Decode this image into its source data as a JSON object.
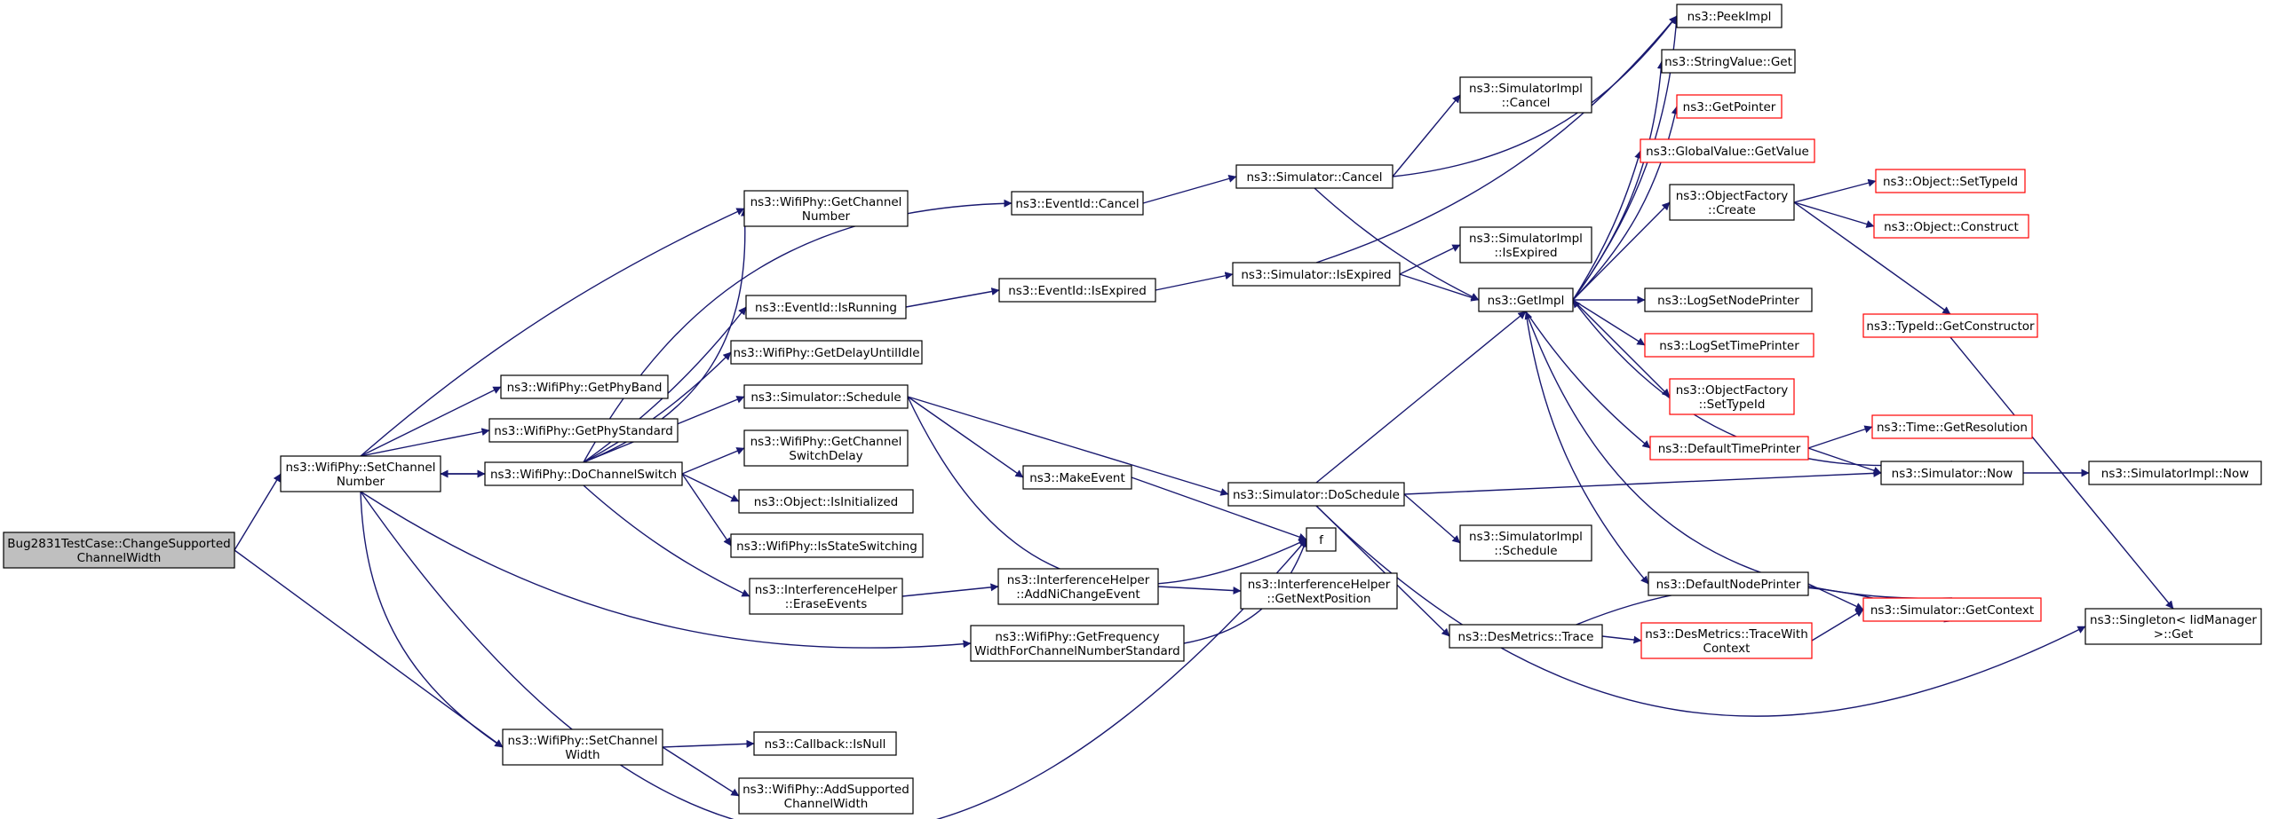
{
  "colors": {
    "edge": "#191970",
    "node_border": "#000000",
    "node_border_undocumented": "#ff0000",
    "root_fill": "#bfbfbf",
    "node_fill": "#ffffff",
    "text": "#000000"
  },
  "graph": {
    "nodes": [
      {
        "id": "root",
        "lines": [
          "Bug2831TestCase::ChangeSupported",
          "ChannelWidth"
        ],
        "style": "root"
      },
      {
        "id": "setChannelNumber",
        "lines": [
          "ns3::WifiPhy::SetChannel",
          "Number"
        ],
        "style": "normal"
      },
      {
        "id": "setChannelWidth",
        "lines": [
          "ns3::WifiPhy::SetChannel",
          "Width"
        ],
        "style": "normal"
      },
      {
        "id": "getChannelNumber",
        "lines": [
          "ns3::WifiPhy::GetChannel",
          "Number"
        ],
        "style": "normal"
      },
      {
        "id": "getPhyBand",
        "lines": [
          "ns3::WifiPhy::GetPhyBand"
        ],
        "style": "normal"
      },
      {
        "id": "getPhyStandard",
        "lines": [
          "ns3::WifiPhy::GetPhyStandard"
        ],
        "style": "normal"
      },
      {
        "id": "doChannelSwitch",
        "lines": [
          "ns3::WifiPhy::DoChannelSwitch"
        ],
        "style": "normal"
      },
      {
        "id": "getFreqWidth",
        "lines": [
          "ns3::WifiPhy::GetFrequency",
          "WidthForChannelNumberStandard"
        ],
        "style": "normal"
      },
      {
        "id": "f",
        "lines": [
          "f"
        ],
        "style": "normal"
      },
      {
        "id": "callbackIsNull",
        "lines": [
          "ns3::Callback::IsNull"
        ],
        "style": "normal"
      },
      {
        "id": "addSupportedWidth",
        "lines": [
          "ns3::WifiPhy::AddSupported",
          "ChannelWidth"
        ],
        "style": "normal"
      },
      {
        "id": "eventIdCancel",
        "lines": [
          "ns3::EventId::Cancel"
        ],
        "style": "normal"
      },
      {
        "id": "eventIdIsRunning",
        "lines": [
          "ns3::EventId::IsRunning"
        ],
        "style": "normal"
      },
      {
        "id": "getDelayUntilIdle",
        "lines": [
          "ns3::WifiPhy::GetDelayUntilIdle"
        ],
        "style": "normal"
      },
      {
        "id": "simSchedule",
        "lines": [
          "ns3::Simulator::Schedule"
        ],
        "style": "normal"
      },
      {
        "id": "getChannelSwitchDelay",
        "lines": [
          "ns3::WifiPhy::GetChannel",
          "SwitchDelay"
        ],
        "style": "normal"
      },
      {
        "id": "objIsInitialized",
        "lines": [
          "ns3::Object::IsInitialized"
        ],
        "style": "normal"
      },
      {
        "id": "isStateSwitching",
        "lines": [
          "ns3::WifiPhy::IsStateSwitching"
        ],
        "style": "normal"
      },
      {
        "id": "eraseEvents",
        "lines": [
          "ns3::InterferenceHelper",
          "::EraseEvents"
        ],
        "style": "normal"
      },
      {
        "id": "eventIdIsExpired",
        "lines": [
          "ns3::EventId::IsExpired"
        ],
        "style": "normal"
      },
      {
        "id": "makeEvent",
        "lines": [
          "ns3::MakeEvent"
        ],
        "style": "normal"
      },
      {
        "id": "addNiChangeEvent",
        "lines": [
          "ns3::InterferenceHelper",
          "::AddNiChangeEvent"
        ],
        "style": "normal"
      },
      {
        "id": "getNextPosition",
        "lines": [
          "ns3::InterferenceHelper",
          "::GetNextPosition"
        ],
        "style": "normal"
      },
      {
        "id": "simCancel",
        "lines": [
          "ns3::Simulator::Cancel"
        ],
        "style": "normal"
      },
      {
        "id": "simIsExpired",
        "lines": [
          "ns3::Simulator::IsExpired"
        ],
        "style": "normal"
      },
      {
        "id": "simDoSchedule",
        "lines": [
          "ns3::Simulator::DoSchedule"
        ],
        "style": "normal"
      },
      {
        "id": "simImplCancel",
        "lines": [
          "ns3::SimulatorImpl",
          "::Cancel"
        ],
        "style": "normal"
      },
      {
        "id": "simImplIsExpired",
        "lines": [
          "ns3::SimulatorImpl",
          "::IsExpired"
        ],
        "style": "normal"
      },
      {
        "id": "getImpl",
        "lines": [
          "ns3::GetImpl"
        ],
        "style": "normal"
      },
      {
        "id": "simImplSchedule",
        "lines": [
          "ns3::SimulatorImpl",
          "::Schedule"
        ],
        "style": "normal"
      },
      {
        "id": "desTrace",
        "lines": [
          "ns3::DesMetrics::Trace"
        ],
        "style": "normal"
      },
      {
        "id": "peekImpl",
        "lines": [
          "ns3::PeekImpl"
        ],
        "style": "normal"
      },
      {
        "id": "stringValueGet",
        "lines": [
          "ns3::StringValue::Get"
        ],
        "style": "normal"
      },
      {
        "id": "getPointer",
        "lines": [
          "ns3::GetPointer"
        ],
        "style": "red"
      },
      {
        "id": "globalValueGet",
        "lines": [
          "ns3::GlobalValue::GetValue"
        ],
        "style": "red"
      },
      {
        "id": "objFactoryCreate",
        "lines": [
          "ns3::ObjectFactory",
          "::Create"
        ],
        "style": "normal"
      },
      {
        "id": "logSetNodePrinter",
        "lines": [
          "ns3::LogSetNodePrinter"
        ],
        "style": "normal"
      },
      {
        "id": "logSetTimePrinter",
        "lines": [
          "ns3::LogSetTimePrinter"
        ],
        "style": "red"
      },
      {
        "id": "objFactorySetTypeId",
        "lines": [
          "ns3::ObjectFactory",
          "::SetTypeId"
        ],
        "style": "red"
      },
      {
        "id": "defaultTimePrinter",
        "lines": [
          "ns3::DefaultTimePrinter"
        ],
        "style": "red"
      },
      {
        "id": "defaultNodePrinter",
        "lines": [
          "ns3::DefaultNodePrinter"
        ],
        "style": "normal"
      },
      {
        "id": "desTraceWithContext",
        "lines": [
          "ns3::DesMetrics::TraceWith",
          "Context"
        ],
        "style": "red"
      },
      {
        "id": "objSetTypeId",
        "lines": [
          "ns3::Object::SetTypeId"
        ],
        "style": "red"
      },
      {
        "id": "objConstruct",
        "lines": [
          "ns3::Object::Construct"
        ],
        "style": "red"
      },
      {
        "id": "typeIdGetConstructor",
        "lines": [
          "ns3::TypeId::GetConstructor"
        ],
        "style": "red"
      },
      {
        "id": "timeGetResolution",
        "lines": [
          "ns3::Time::GetResolution"
        ],
        "style": "red"
      },
      {
        "id": "simNow",
        "lines": [
          "ns3::Simulator::Now"
        ],
        "style": "normal"
      },
      {
        "id": "simGetContext",
        "lines": [
          "ns3::Simulator::GetContext"
        ],
        "style": "red"
      },
      {
        "id": "simImplNow",
        "lines": [
          "ns3::SimulatorImpl::Now"
        ],
        "style": "normal"
      },
      {
        "id": "singletonGet",
        "lines": [
          "ns3::Singleton< IidManager",
          ">::Get"
        ],
        "style": "normal"
      }
    ],
    "edges": [
      [
        "root",
        "setChannelNumber"
      ],
      [
        "root",
        "setChannelWidth"
      ],
      [
        "setChannelNumber",
        "getChannelNumber"
      ],
      [
        "setChannelNumber",
        "getPhyBand"
      ],
      [
        "setChannelNumber",
        "getPhyStandard"
      ],
      [
        "setChannelNumber",
        "doChannelSwitch"
      ],
      [
        "setChannelNumber",
        "getFreqWidth"
      ],
      [
        "setChannelNumber",
        "f"
      ],
      [
        "setChannelNumber",
        "setChannelWidth"
      ],
      [
        "doChannelSwitch",
        "setChannelNumber"
      ],
      [
        "doChannelSwitch",
        "getChannelNumber"
      ],
      [
        "doChannelSwitch",
        "eventIdCancel"
      ],
      [
        "doChannelSwitch",
        "eventIdIsRunning"
      ],
      [
        "doChannelSwitch",
        "getDelayUntilIdle"
      ],
      [
        "doChannelSwitch",
        "simSchedule"
      ],
      [
        "doChannelSwitch",
        "getChannelSwitchDelay"
      ],
      [
        "doChannelSwitch",
        "objIsInitialized"
      ],
      [
        "doChannelSwitch",
        "isStateSwitching"
      ],
      [
        "doChannelSwitch",
        "eraseEvents"
      ],
      [
        "setChannelWidth",
        "callbackIsNull"
      ],
      [
        "setChannelWidth",
        "addSupportedWidth"
      ],
      [
        "eventIdCancel",
        "simCancel"
      ],
      [
        "eventIdIsRunning",
        "eventIdIsExpired"
      ],
      [
        "eventIdIsExpired",
        "simIsExpired"
      ],
      [
        "simSchedule",
        "makeEvent"
      ],
      [
        "simSchedule",
        "simDoSchedule"
      ],
      [
        "simSchedule",
        "f"
      ],
      [
        "makeEvent",
        "f"
      ],
      [
        "eraseEvents",
        "addNiChangeEvent"
      ],
      [
        "addNiChangeEvent",
        "getNextPosition"
      ],
      [
        "getFreqWidth",
        "f"
      ],
      [
        "simCancel",
        "simImplCancel"
      ],
      [
        "simCancel",
        "getImpl"
      ],
      [
        "simCancel",
        "peekImpl"
      ],
      [
        "simIsExpired",
        "simImplIsExpired"
      ],
      [
        "simIsExpired",
        "getImpl"
      ],
      [
        "simIsExpired",
        "peekImpl"
      ],
      [
        "simDoSchedule",
        "getImpl"
      ],
      [
        "simDoSchedule",
        "simImplSchedule"
      ],
      [
        "simDoSchedule",
        "desTrace"
      ],
      [
        "simDoSchedule",
        "simNow"
      ],
      [
        "simDoSchedule",
        "singletonGet"
      ],
      [
        "getImpl",
        "peekImpl"
      ],
      [
        "getImpl",
        "stringValueGet"
      ],
      [
        "getImpl",
        "getPointer"
      ],
      [
        "getImpl",
        "globalValueGet"
      ],
      [
        "getImpl",
        "objFactoryCreate"
      ],
      [
        "getImpl",
        "logSetNodePrinter"
      ],
      [
        "getImpl",
        "logSetTimePrinter"
      ],
      [
        "getImpl",
        "objFactorySetTypeId"
      ],
      [
        "getImpl",
        "defaultTimePrinter"
      ],
      [
        "getImpl",
        "defaultNodePrinter"
      ],
      [
        "simNow",
        "getImpl"
      ],
      [
        "simGetContext",
        "getImpl"
      ],
      [
        "objFactoryCreate",
        "objSetTypeId"
      ],
      [
        "objFactoryCreate",
        "objConstruct"
      ],
      [
        "objFactoryCreate",
        "typeIdGetConstructor"
      ],
      [
        "typeIdGetConstructor",
        "singletonGet"
      ],
      [
        "defaultTimePrinter",
        "timeGetResolution"
      ],
      [
        "defaultTimePrinter",
        "simNow"
      ],
      [
        "defaultNodePrinter",
        "simGetContext"
      ],
      [
        "desTrace",
        "desTraceWithContext"
      ],
      [
        "desTrace",
        "simGetContext"
      ],
      [
        "desTraceWithContext",
        "simGetContext"
      ],
      [
        "simNow",
        "simImplNow"
      ]
    ]
  }
}
